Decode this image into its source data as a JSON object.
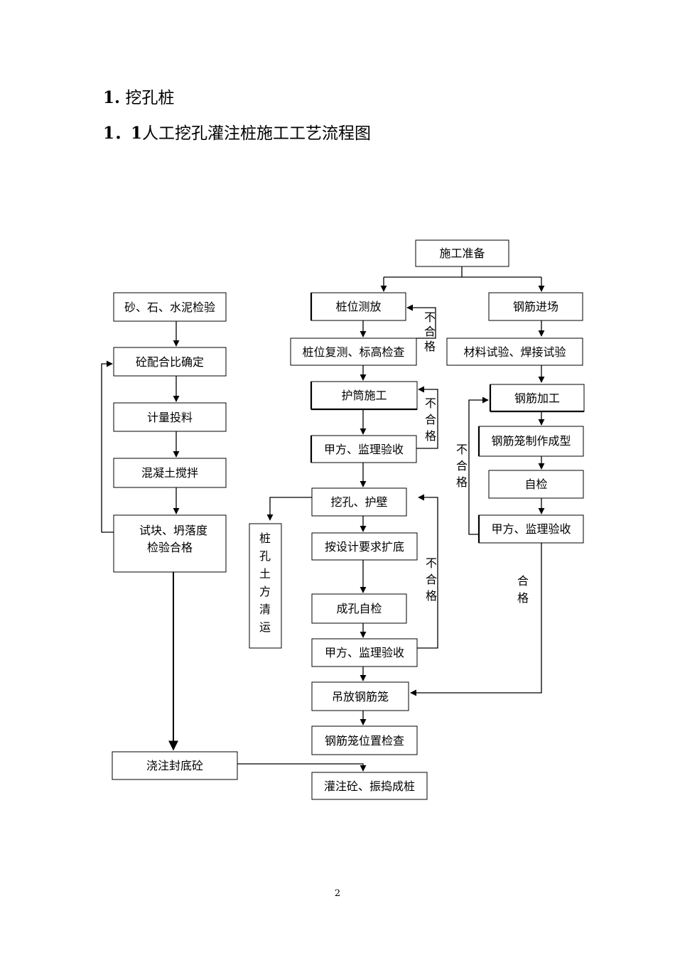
{
  "section_heading": {
    "number": "1.",
    "text": "挖孔桩"
  },
  "subsection_heading": {
    "number": "1．1",
    "text": "人工挖孔灌注桩施工工艺流程图"
  },
  "flowchart": {
    "start": "施工准备",
    "left_column": [
      "砂、石、水泥检验",
      "砼配合比确定",
      "计量投料",
      "混凝土搅拌",
      "试块、坍落度",
      "检验合格"
    ],
    "middle_column": [
      "桩位测放",
      "桩位复测、标高检查",
      "护筒施工",
      "甲方、监理验收",
      "挖孔、护壁",
      "按设计要求扩底",
      "成孔自检",
      "甲方、监理验收",
      "吊放钢筋笼",
      "钢筋笼位置检查",
      "灌注砼、振捣成桩"
    ],
    "right_column": [
      "钢筋进场",
      "材料试验、焊接试验",
      "钢筋加工",
      "钢筋笼制作成型",
      "自检",
      "甲方、监理验收"
    ],
    "spoil_box": [
      "桩",
      "孔",
      "土",
      "方",
      "清",
      "运"
    ],
    "bottom_left": "浇注封底砼",
    "fail_label": [
      "不",
      "合",
      "格"
    ],
    "pass_label": [
      "合",
      "格"
    ]
  },
  "page_number": "2"
}
